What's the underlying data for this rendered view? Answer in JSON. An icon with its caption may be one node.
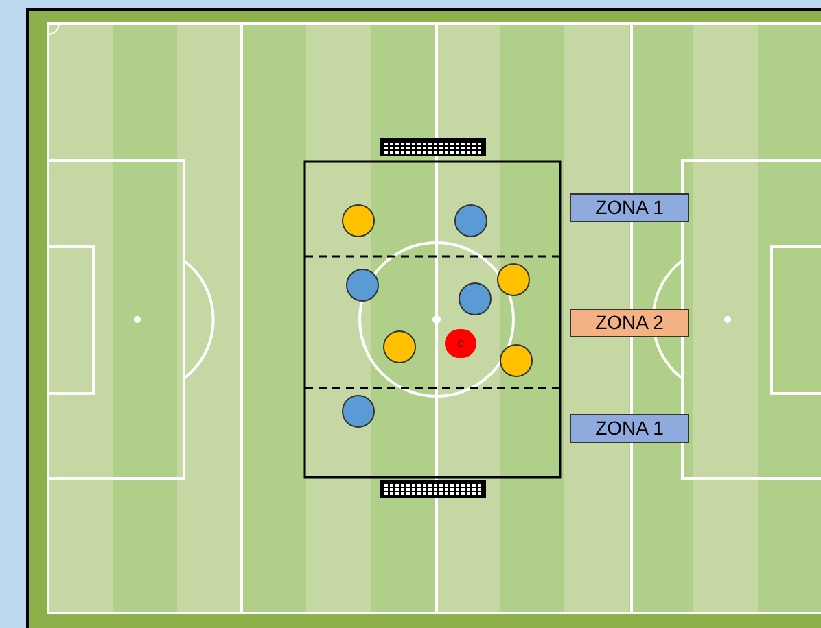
{
  "diagram": {
    "nodes": [
      {
        "text": [],
        "shape": "circle"
      },
      {
        "text": [],
        "shape": "circle"
      },
      {
        "text": [
          "ZONA 1"
        ]
      },
      {
        "text": [],
        "shape": "circle"
      },
      {
        "text": [],
        "shape": "circle"
      },
      {
        "text": [],
        "shape": "circle"
      },
      {
        "text": [
          "ZONA 2"
        ]
      },
      {
        "text": [],
        "shape": "circle"
      },
      {
        "text": [
          "c"
        ]
      },
      {
        "text": [],
        "shape": "circle"
      },
      {
        "text": [],
        "shape": "circle"
      },
      {
        "text": [
          "ZONA 1"
        ]
      }
    ]
  }
}
